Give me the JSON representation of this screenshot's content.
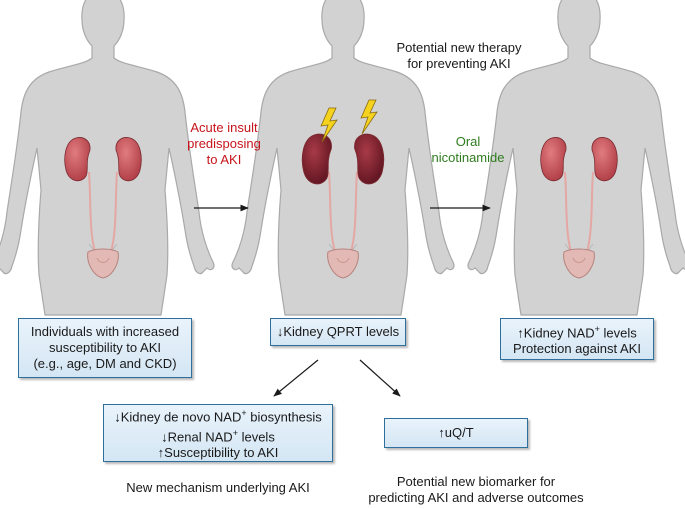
{
  "colors": {
    "body": "#d2d2d2",
    "body_stroke": "#a9a9a9",
    "kidney_healthy": "#c9555c",
    "kidney_injured": "#7e1f2a",
    "bladder": "#e2b9b4",
    "lightning": "#f4d21e",
    "box_border": "#2f6f9c",
    "box_fill": "#e3eff9",
    "red_text": "#c6141b",
    "green_text": "#2f7d1f"
  },
  "labels": {
    "insult_line1": "Acute insult",
    "insult_line2": "predisposing",
    "insult_line3": "to AKI",
    "therapy_line1": "Potential new therapy",
    "therapy_line2": "for preventing AKI",
    "oral_line1": "Oral",
    "oral_line2": "nicotinamide",
    "mechanism": "New mechanism underlying AKI",
    "biomarker_line1": "Potential new biomarker for",
    "biomarker_line2": "predicting AKI and adverse outcomes"
  },
  "boxes": {
    "susceptibility": {
      "line1": "Individuals with increased",
      "line2": "susceptibility to AKI",
      "line3": "(e.g., age, DM and CKD)"
    },
    "qprt": {
      "line1": "↓Kidney QPRT levels"
    },
    "protection": {
      "line1_pre": "↑Kidney NAD",
      "line1_sup": "+",
      "line1_post": " levels",
      "line2": "Protection against AKI"
    },
    "mechanism": {
      "line1_pre": "↓Kidney de novo NAD",
      "line1_sup": "+",
      "line1_post": " biosynthesis",
      "line2_pre": "↓Renal NAD",
      "line2_sup": "+",
      "line2_post": " levels",
      "line3": "↑Susceptibility to AKI"
    },
    "uqt": {
      "line1": "↑uQ/T"
    }
  },
  "figures": [
    {
      "name": "figure-baseline",
      "state": "healthy",
      "lightning": false
    },
    {
      "name": "figure-acute-insult",
      "state": "injured",
      "lightning": true
    },
    {
      "name": "figure-protected",
      "state": "healthy",
      "lightning": false
    }
  ]
}
